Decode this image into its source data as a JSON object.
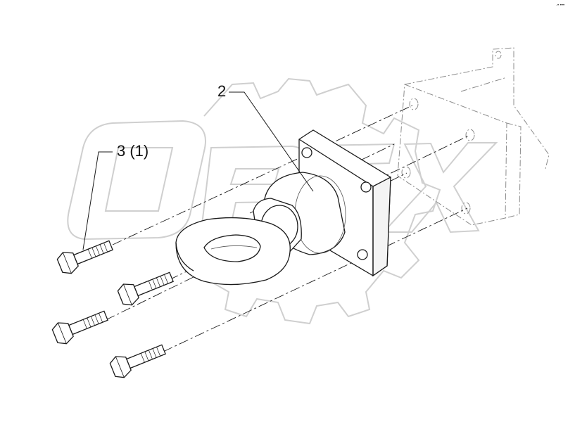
{
  "callouts": {
    "part_2": "2",
    "part_3": "3 (1)"
  },
  "watermark": {
    "text": "OPEX"
  },
  "corner_mark": "·• •••",
  "colors": {
    "line": "#1a1a1a",
    "ghost": "#9a9a9a",
    "watermark": "#d0d0d0",
    "background": "#ffffff"
  },
  "parts": [
    {
      "id": "2",
      "kind": "tow-eye-coupling"
    },
    {
      "id": "3",
      "kind": "hex-bolt",
      "qty_shown": 4
    }
  ]
}
